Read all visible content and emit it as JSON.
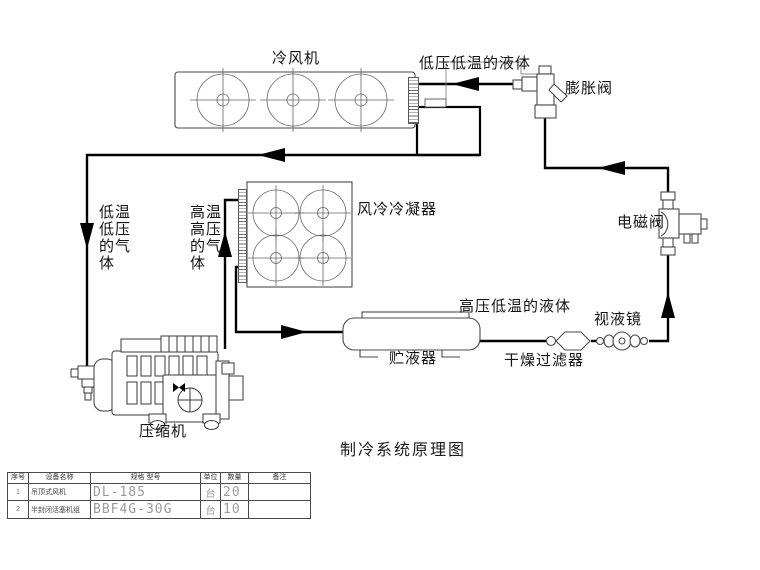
{
  "title": "制冷系统原理图",
  "colors": {
    "pipe": "#000000",
    "outline": "#3a3a3a",
    "stencil": "#9a9a9a"
  },
  "labels": {
    "evaporator": "冷风机",
    "liquid_low": "低压低温的液体",
    "expansion_valve": "膨胀阀",
    "condenser": "风冷冷凝器",
    "solenoid_valve": "电磁阀",
    "gas_low": "低温\n低压\n的气\n体",
    "gas_high": "高温\n高压\n的气\n体",
    "receiver": "贮液器",
    "liquid_high": "高压低温的液体",
    "filter_drier": "干燥过滤器",
    "sight_glass": "视液镜",
    "compressor": "压缩机"
  },
  "table": {
    "headers": {
      "seq": "序号",
      "name": "设备名称",
      "model": "规格  型号",
      "unit": "单位",
      "qty": "数量",
      "note": "备注"
    },
    "rows": [
      {
        "seq": "1",
        "name": "吊顶式风机",
        "model": "DL-185",
        "unit": "台",
        "qty": "20",
        "note": ""
      },
      {
        "seq": "2",
        "name": "半封闭活塞机组",
        "model": "BBF4G-30G",
        "unit": "台",
        "qty": "10",
        "note": ""
      }
    ]
  }
}
